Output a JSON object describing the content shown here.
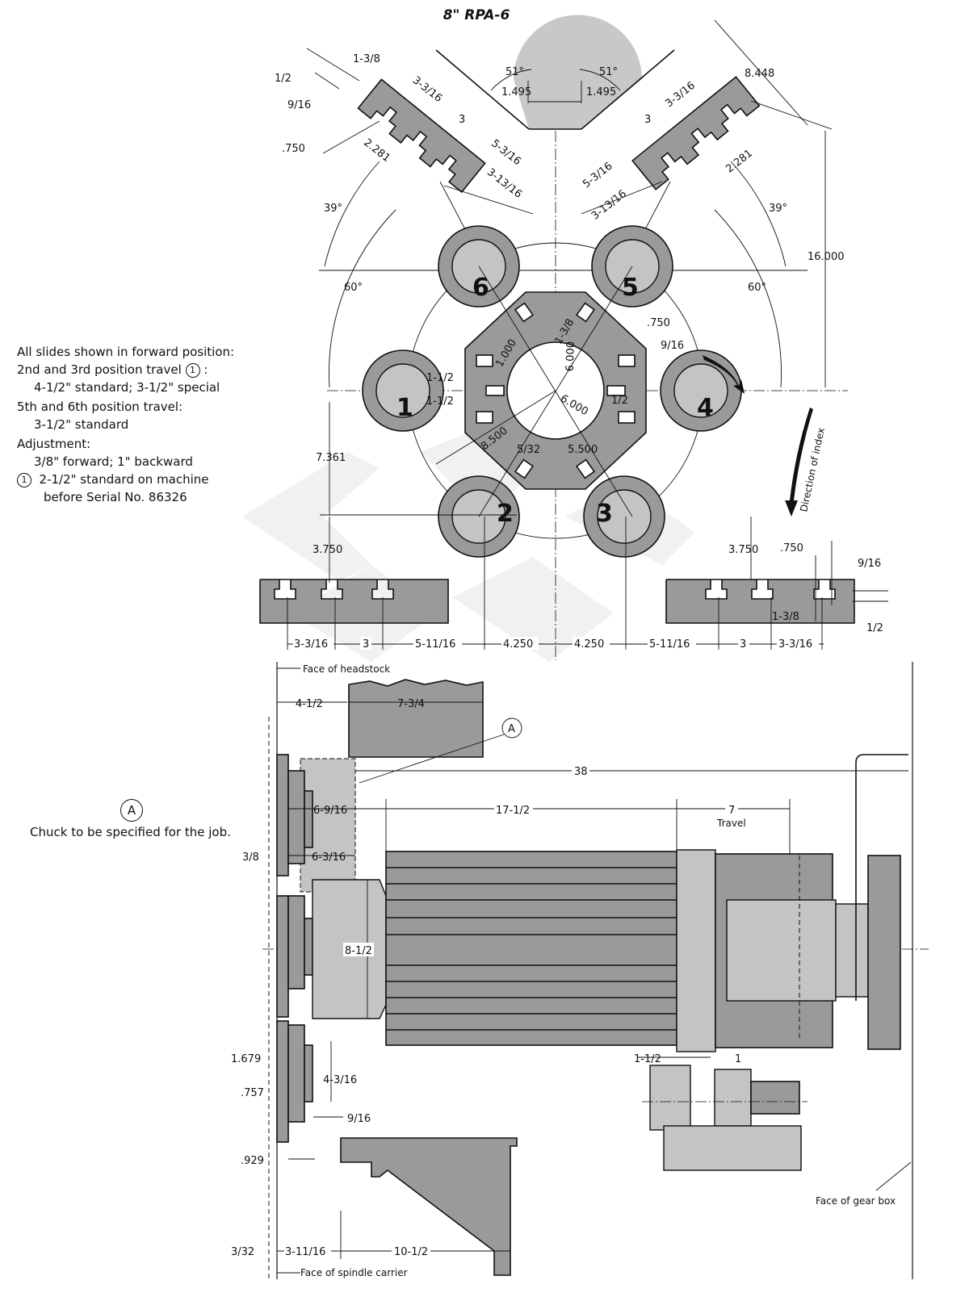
{
  "title": "8\" RPA-6",
  "notes": {
    "line1": "All slides shown in forward position:",
    "line2": "2nd and 3rd position travel",
    "line2_ref": "1",
    "line3": "4-1/2\" standard;  3-1/2\" special",
    "line4": "5th and 6th position travel:",
    "line5": "3-1/2\" standard",
    "line6": "Adjustment:",
    "line7": "3/8\" forward;  1\" backward",
    "line8_ref": "1",
    "line8": "2-1/2\" standard on machine",
    "line9": "before Serial No. 86326"
  },
  "chuck_note": {
    "ref": "A",
    "text": "Chuck to be specified for the job."
  },
  "positions": [
    "1",
    "2",
    "3",
    "4",
    "5",
    "6"
  ],
  "top_dims": {
    "d_51a": "51°",
    "d_51b": "51°",
    "d_1495a": "1.495",
    "d_1495b": "1.495",
    "d_8448": "8.448",
    "d_16000": "16.000",
    "d_39a": "39°",
    "d_39b": "39°",
    "d_60a": "60°",
    "d_60b": "60°",
    "d_1_3_8a": "1-3/8",
    "d_1_2a": "1/2",
    "d_9_16a": "9/16",
    "d_750a": ".750",
    "d_3_3_16a": "3-3/16",
    "d_3a": "3",
    "d_2281a": "2.281",
    "d_5_3_16a": "5-3/16",
    "d_3_13_16a": "3-13/16",
    "d_3_3_16b": "3-3/16",
    "d_3b": "3",
    "d_2281b": "2.281",
    "d_5_3_16b": "5-3/16",
    "d_3_13_16b": "3-13/16",
    "d_750b": ".750",
    "d_9_16b": "9/16",
    "d_1_3_8b": "1-3/8",
    "d_1000": "1.000",
    "d_6000a": "6.000",
    "d_6000b": "6.000",
    "d_1_1_2a": "1-1/2",
    "d_1_1_2b": "1-1/2",
    "d_1_2b": "1/2",
    "d_8500": "8.500",
    "d_5_32": "5/32",
    "d_5500": "5.500",
    "d_7361": "7.361",
    "d_3750a": "3.750",
    "d_3750b": "3.750",
    "d_750c": ".750",
    "d_9_16c": "9/16",
    "d_1_3_8c": "1-3/8",
    "d_1_2c": "1/2",
    "b_3_3_16a": "3-3/16",
    "b_3a": "3",
    "b_5_11_16a": "5-11/16",
    "b_4250a": "4.250",
    "b_4250b": "4.250",
    "b_5_11_16b": "5-11/16",
    "b_3b": "3",
    "b_3_3_16b": "3-3/16",
    "direction": "Direction of index"
  },
  "side_dims": {
    "face_headstock": "Face of headstock",
    "d_4_1_2": "4-1/2",
    "d_7_3_4": "7-3/4",
    "ref_a": "A",
    "d_38": "38",
    "d_6_9_16": "6-9/16",
    "d_17_1_2": "17-1/2",
    "d_7": "7",
    "travel": "Travel",
    "d_3_8": "3/8",
    "d_6_3_16": "6-3/16",
    "d_8_1_2": "8-1/2",
    "d_1679": "1.679",
    "d_4_3_16": "4-3/16",
    "d_757": ".757",
    "d_9_16": "9/16",
    "d_1_1_2": "1-1/2",
    "d_1": "1",
    "d_929": ".929",
    "face_gearbox": "Face of gear box",
    "d_3_32": "3/32",
    "d_3_11_16": "3-11/16",
    "d_10_1_2": "10-1/2",
    "face_spindle": "Face of spindle carrier"
  }
}
